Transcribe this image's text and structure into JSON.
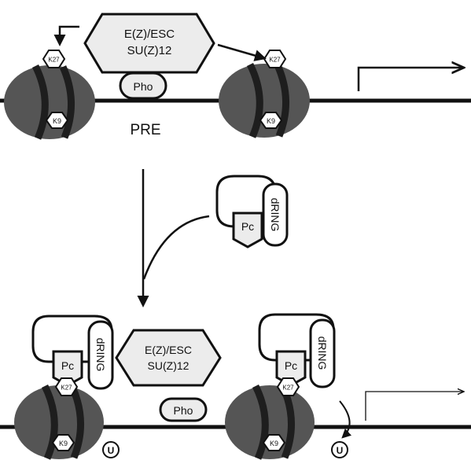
{
  "top_panel": {
    "complex_label_line1": "E(Z)/ESC",
    "complex_label_line2": "SU(Z)12",
    "pho_label": "Pho",
    "pre_label": "PRE",
    "nucleosome_left_k27": "K27",
    "nucleosome_left_k9": "K9",
    "nucleosome_right_k27": "K27",
    "nucleosome_right_k9": "K9"
  },
  "middle_panel": {
    "pc_label": "Pc",
    "dring_label": "dRING"
  },
  "bottom_panel": {
    "complex_label_line1": "E(Z)/ESC",
    "complex_label_line2": "SU(Z)12",
    "pho_label": "Pho",
    "left_pc_label": "Pc",
    "left_dring_label": "dRING",
    "right_pc_label": "Pc",
    "right_dring_label": "dRING",
    "left_k27": "K27",
    "left_k9": "K9",
    "left_u": "U",
    "right_k27": "K27",
    "right_k9": "K9",
    "right_u": "U"
  },
  "colors": {
    "nucleosome_fill": "#555555",
    "nucleosome_stripe": "#1e1e1e",
    "complex_fill": "#ececec",
    "tag_fill": "#ffffff",
    "line": "#111111"
  }
}
